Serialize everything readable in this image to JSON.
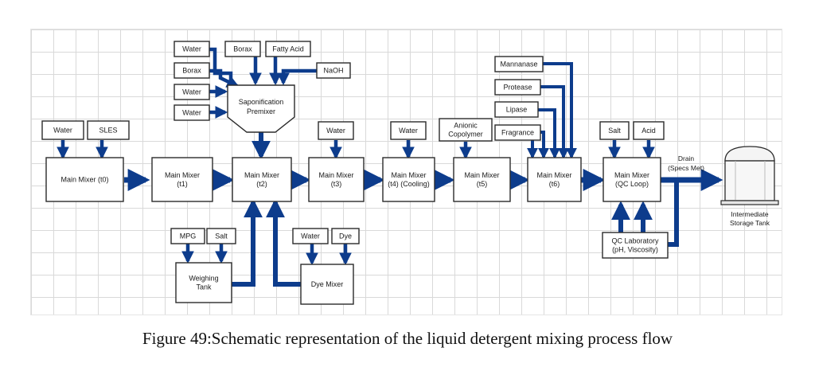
{
  "caption": "Figure 49:Schematic representation of the liquid detergent mixing process flow",
  "colors": {
    "flow": "#0d3c8c",
    "box_border": "#2b2b2b",
    "grid": "#d9d9d9"
  },
  "nodes": {
    "water_t0": [
      "Water"
    ],
    "sles_t0": [
      "SLES"
    ],
    "mixer_t0": [
      "Main Mixer (t0)"
    ],
    "mixer_t1": [
      "Main Mixer",
      "(t1)"
    ],
    "mixer_t2": [
      "Main Mixer",
      "(t2)"
    ],
    "mixer_t3": [
      "Main Mixer",
      "(t3)"
    ],
    "mixer_t4": [
      "Main Mixer",
      "(t4) (Cooling)"
    ],
    "mixer_t5": [
      "Main Mixer",
      "(t5)"
    ],
    "mixer_t6": [
      "Main Mixer",
      "(t6)"
    ],
    "mixer_qc": [
      "Main Mixer",
      "(QC Loop)"
    ],
    "sap_water_1": [
      "Water"
    ],
    "sap_borax_left": [
      "Borax"
    ],
    "sap_water_2": [
      "Water"
    ],
    "sap_water_3": [
      "Water"
    ],
    "sap_borax_top": [
      "Borax"
    ],
    "sap_fatty_acid": [
      "Fatty Acid"
    ],
    "sap_naoh": [
      "NaOH"
    ],
    "saponification_premixer": [
      "Saponification",
      "Premixer"
    ],
    "water_t3": [
      "Water"
    ],
    "water_t4": [
      "Water"
    ],
    "anionic_copolymer": [
      "Anionic",
      "Copolymer"
    ],
    "mannanase": [
      "Mannanase"
    ],
    "protease": [
      "Protease"
    ],
    "lipase": [
      "Lipase"
    ],
    "fragrance": [
      "Fragrance"
    ],
    "salt_qc": [
      "Salt"
    ],
    "acid_qc": [
      "Acid"
    ],
    "mpg": [
      "MPG"
    ],
    "salt_weigh": [
      "Salt"
    ],
    "weighing_tank": [
      "Weighing",
      "Tank"
    ],
    "water_dye": [
      "Water"
    ],
    "dye": [
      "Dye"
    ],
    "dye_mixer": [
      "Dye Mixer"
    ],
    "qc_laboratory": [
      "QC Laboratory",
      "(pH, Viscosity)"
    ]
  },
  "drain_label": [
    "Drain",
    "(Specs Met)"
  ],
  "storage_label": [
    "Intermediate",
    "Storage Tank"
  ]
}
